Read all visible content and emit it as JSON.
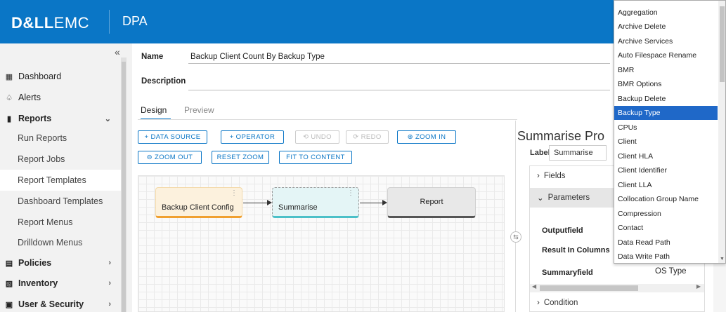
{
  "header": {
    "logo_dell": "D&LL",
    "logo_emc": "EMC",
    "app_name": "DPA"
  },
  "sidebar": {
    "collapse_glyph": "«",
    "items": [
      {
        "label": "Dashboard"
      },
      {
        "label": "Alerts"
      },
      {
        "label": "Reports"
      },
      {
        "label": "Policies"
      },
      {
        "label": "Inventory"
      },
      {
        "label": "User & Security"
      }
    ],
    "report_subitems": [
      {
        "label": "Run Reports"
      },
      {
        "label": "Report Jobs"
      },
      {
        "label": "Report Templates"
      },
      {
        "label": "Dashboard Templates"
      },
      {
        "label": "Report Menus"
      },
      {
        "label": "Drilldown Menus"
      }
    ]
  },
  "form": {
    "name_label": "Name",
    "name_value": "Backup Client Count By Backup Type",
    "description_label": "Description",
    "description_value": ""
  },
  "tabs": {
    "design": "Design",
    "preview": "Preview"
  },
  "toolbar": {
    "data_source": "+ DATA SOURCE",
    "operator": "+ OPERATOR",
    "undo": "⟲ UNDO",
    "redo": "⟳ REDO",
    "zoom_in": "⊕ ZOOM IN",
    "zoom_out": "⊖ ZOOM OUT",
    "reset_zoom": "RESET ZOOM",
    "fit_to_content": "FIT TO CONTENT"
  },
  "canvas": {
    "nodes": [
      {
        "label": "Backup Client Config"
      },
      {
        "label": "Summarise"
      },
      {
        "label": "Report"
      }
    ],
    "menu_glyph": "⋮"
  },
  "right_panel": {
    "title": "Summarise Pro",
    "label_key": "Label",
    "label_value": "Summarise",
    "sections": {
      "fields": "Fields",
      "parameters": "Parameters",
      "condition": "Condition"
    },
    "params": [
      {
        "key": "Outputfield",
        "value": ""
      },
      {
        "key": "Result In Columns",
        "value": ""
      },
      {
        "key": "Summaryfield",
        "value": "OS Type"
      }
    ]
  },
  "dropdown": {
    "items": [
      "Aggregation",
      "Archive Delete",
      "Archive Services",
      "Auto Filespace Rename",
      "BMR",
      "BMR Options",
      "Backup Delete",
      "Backup Type",
      "CPUs",
      "Client",
      "Client HLA",
      "Client Identifier",
      "Client LLA",
      "Collocation Group Name",
      "Compression",
      "Contact",
      "Data Read Path",
      "Data Write Path"
    ],
    "selected": "Backup Type",
    "selection_color": "#1f68c8"
  },
  "colors": {
    "header": "#0a76c6",
    "accent": "#0a76c6"
  }
}
